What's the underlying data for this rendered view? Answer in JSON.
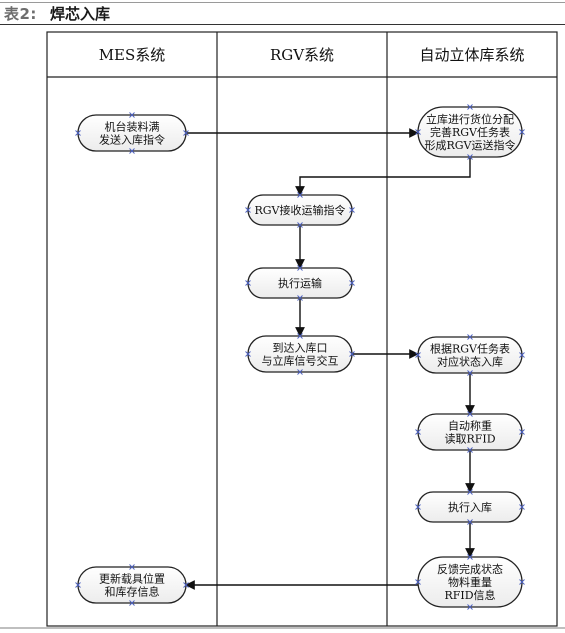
{
  "caption": {
    "prefix": "表2:",
    "title": "焊芯入库"
  },
  "lanes": [
    {
      "id": "mes",
      "label": "MES系统"
    },
    {
      "id": "rgv",
      "label": "RGV系统"
    },
    {
      "id": "asrs",
      "label": "自动立体库系统"
    }
  ],
  "nodes": [
    {
      "id": "n1",
      "lane": "mes",
      "lines": [
        "机台装料满",
        "发送入库指令"
      ]
    },
    {
      "id": "n2",
      "lane": "asrs",
      "lines": [
        "立库进行货位分配",
        "完善RGV任务表",
        "形成RGV运送指令"
      ]
    },
    {
      "id": "n3",
      "lane": "rgv",
      "lines": [
        "RGV接收运输指令"
      ]
    },
    {
      "id": "n4",
      "lane": "rgv",
      "lines": [
        "执行运输"
      ]
    },
    {
      "id": "n5",
      "lane": "rgv",
      "lines": [
        "到达入库口",
        "与立库信号交互"
      ]
    },
    {
      "id": "n6",
      "lane": "asrs",
      "lines": [
        "根据RGV任务表",
        "对应状态入库"
      ]
    },
    {
      "id": "n7",
      "lane": "asrs",
      "lines": [
        "自动称重",
        "读取RFID"
      ]
    },
    {
      "id": "n8",
      "lane": "asrs",
      "lines": [
        "执行入库"
      ]
    },
    {
      "id": "n9",
      "lane": "asrs",
      "lines": [
        "反馈完成状态",
        "物料重量",
        "RFID信息"
      ]
    },
    {
      "id": "n10",
      "lane": "mes",
      "lines": [
        "更新载具位置",
        "和库存信息"
      ]
    }
  ],
  "edges": [
    {
      "from": "n1",
      "to": "n2"
    },
    {
      "from": "n2",
      "to": "n3"
    },
    {
      "from": "n3",
      "to": "n4"
    },
    {
      "from": "n4",
      "to": "n5"
    },
    {
      "from": "n5",
      "to": "n6"
    },
    {
      "from": "n6",
      "to": "n7"
    },
    {
      "from": "n7",
      "to": "n8"
    },
    {
      "from": "n8",
      "to": "n9"
    },
    {
      "from": "n9",
      "to": "n10"
    }
  ]
}
